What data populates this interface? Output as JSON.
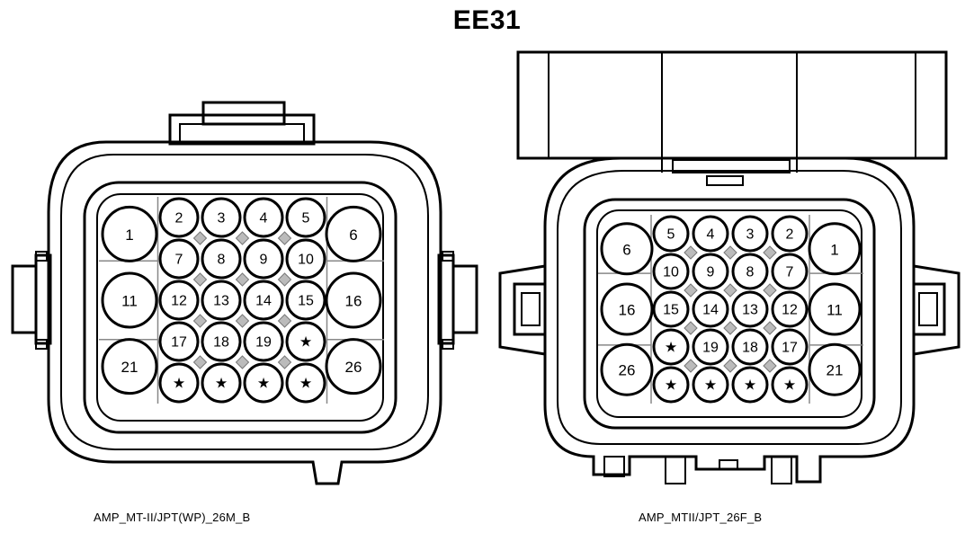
{
  "title": "EE31",
  "connectors": [
    {
      "caption": "AMP_MT-II/JPT(WP)_26M_B",
      "pins": [
        {
          "label": "1"
        },
        {
          "label": "2"
        },
        {
          "label": "3"
        },
        {
          "label": "4"
        },
        {
          "label": "5"
        },
        {
          "label": "6"
        },
        {
          "label": "7"
        },
        {
          "label": "8"
        },
        {
          "label": "9"
        },
        {
          "label": "10"
        },
        {
          "label": "11"
        },
        {
          "label": "12"
        },
        {
          "label": "13"
        },
        {
          "label": "14"
        },
        {
          "label": "15"
        },
        {
          "label": "16"
        },
        {
          "label": "17"
        },
        {
          "label": "18"
        },
        {
          "label": "19"
        },
        {
          "label": "★"
        },
        {
          "label": "21"
        },
        {
          "label": "★"
        },
        {
          "label": "★"
        },
        {
          "label": "★"
        },
        {
          "label": "★"
        },
        {
          "label": "26"
        }
      ]
    },
    {
      "caption": "AMP_MTII/JPT_26F_B",
      "pins": [
        {
          "label": "6"
        },
        {
          "label": "5"
        },
        {
          "label": "4"
        },
        {
          "label": "3"
        },
        {
          "label": "2"
        },
        {
          "label": "1"
        },
        {
          "label": "10"
        },
        {
          "label": "9"
        },
        {
          "label": "8"
        },
        {
          "label": "7"
        },
        {
          "label": "16"
        },
        {
          "label": "15"
        },
        {
          "label": "14"
        },
        {
          "label": "13"
        },
        {
          "label": "12"
        },
        {
          "label": "11"
        },
        {
          "label": "★"
        },
        {
          "label": "19"
        },
        {
          "label": "18"
        },
        {
          "label": "17"
        },
        {
          "label": "26"
        },
        {
          "label": "★"
        },
        {
          "label": "★"
        },
        {
          "label": "★"
        },
        {
          "label": "★"
        },
        {
          "label": "21"
        }
      ]
    }
  ]
}
